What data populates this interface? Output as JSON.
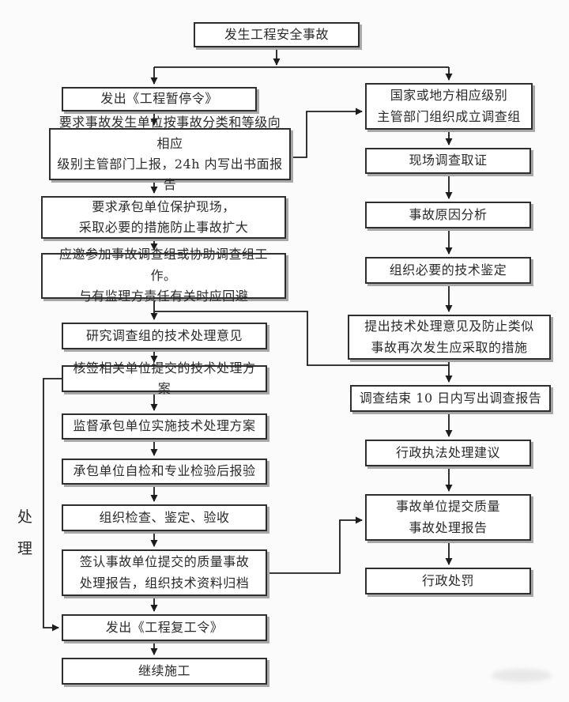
{
  "nodes": {
    "start": "发生工程安全事故",
    "side_label": "处\n理",
    "left": [
      "发出《工程暂停令》",
      "要求事故发生单位按事故分类和等级向相应\n级别主管部门上报，24h 内写出书面报告",
      "要求承包单位保护现场，\n采取必要的措施防止事故扩大",
      "应邀参加事故调查组或协助调查组工作。\n与有监理方责任有关时应回避",
      "研究调查组的技术处理意见",
      "核签相关单位提交的技术处理方案",
      "监督承包单位实施技术处理方案",
      "承包单位自检和专业检验后报验",
      "组织检查、鉴定、验收",
      "签认事故单位提交的质量事故\n处理报告，组织技术资料归档",
      "发出《工程复工令》",
      "继续施工"
    ],
    "right": [
      "国家或地方相应级别\n主管部门组织成立调查组",
      "现场调查取证",
      "事故原因分析",
      "组织必要的技术鉴定",
      "提出技术处理意见及防止类似\n事故再次发生应采取的措施",
      "调查结束 10 日内写出调查报告",
      "行政执法处理建议",
      "事故单位提交质量\n事故处理报告",
      "行政处罚"
    ]
  },
  "colors": {
    "box_border": "#2e2e2e",
    "box_shadow": "#a8a8a8",
    "wire": "#1c1c1c",
    "background": "#fbfbfb"
  }
}
